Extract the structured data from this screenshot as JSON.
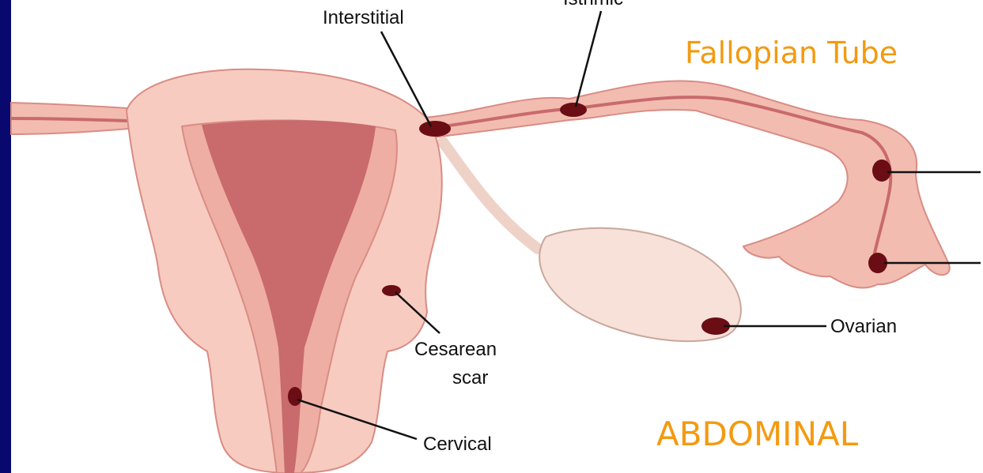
{
  "labels": {
    "interstitial": "Interstitial",
    "isthmic": "Isthmic",
    "fallopian_tube": "Fallopian Tube",
    "cesarean_line1": "Cesarean",
    "cesarean_line2": "scar",
    "ovarian": "Ovarian",
    "cervical": "Cervical",
    "abdominal": "ABDOMINAL"
  },
  "colors": {
    "background": "#0c0c8e",
    "panel": "#ffffff",
    "tissue_light": "#f7cbc0",
    "tissue_mid": "#eeaea4",
    "tissue_outline": "#d98c84",
    "cavity": "#c96a6c",
    "ovary": "#f7e1d8",
    "pregnancy_site": "#6b0d14",
    "accent_label": "#f39a12"
  }
}
